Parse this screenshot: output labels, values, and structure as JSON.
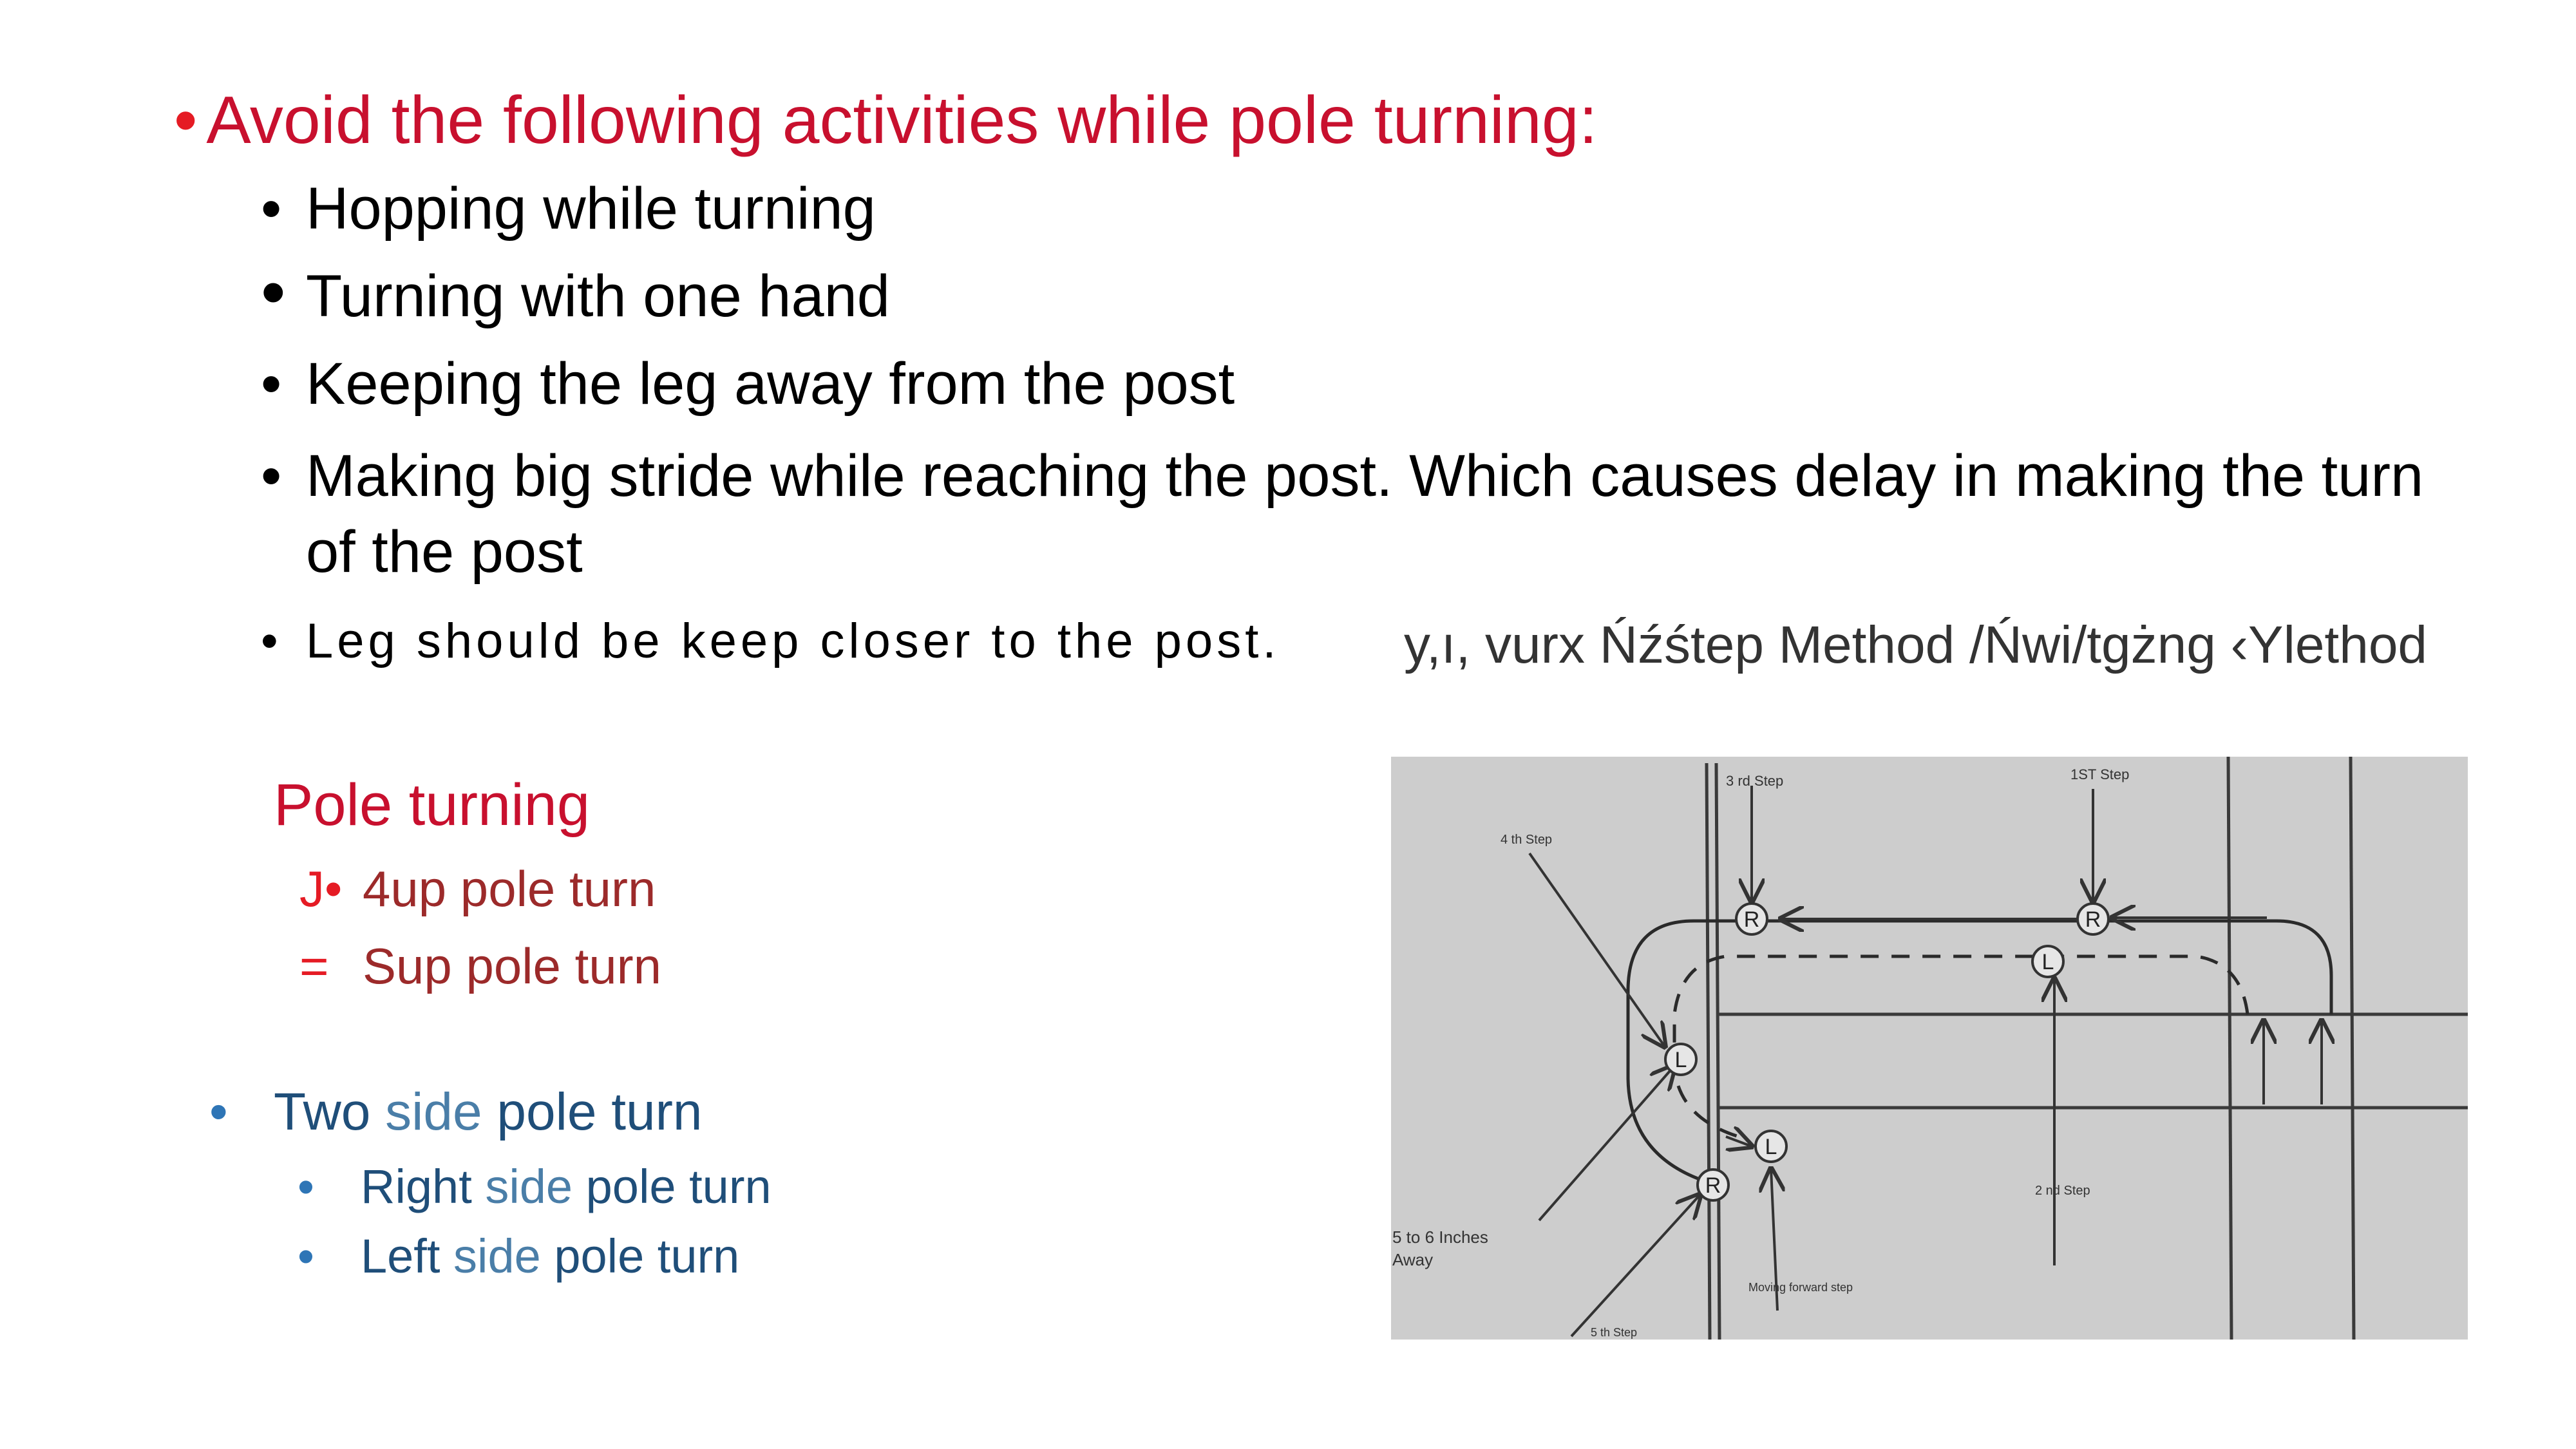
{
  "heading": {
    "bullet": "•",
    "text": "Avoid the following activities while pole turning:"
  },
  "items": [
    {
      "bullet": "•",
      "text": "Hopping while turning"
    },
    {
      "bullet": "•",
      "text": "Turning with one hand"
    },
    {
      "bullet": "•",
      "text": "Keeping the leg away from the post"
    },
    {
      "bullet": "•",
      "text": "Making big stride while reaching the post. Which causes delay in making the turn of the post"
    },
    {
      "bullet": "•",
      "text": "Leg  should be keep closer to the post."
    }
  ],
  "garbled_caption": "y,ı,  vurx Ńźśtep Method /Ńwi/tgżng ‹Ylethod",
  "pole_turning": {
    "title": "Pole turning",
    "items": [
      {
        "bullet": "J•",
        "text": "4up pole turn"
      },
      {
        "bullet": "=",
        "text": "Sup  pole turn"
      }
    ]
  },
  "side_turn": {
    "bullet": "•",
    "parts": [
      "Two ",
      "side",
      " pole turn"
    ],
    "items": [
      {
        "bullet": "•",
        "parts": [
          "Right ",
          "side",
          " pole turn"
        ]
      },
      {
        "bullet": "•",
        "parts": [
          "Left ",
          "side",
          " pole turn"
        ]
      }
    ]
  },
  "diagram": {
    "labels": {
      "third_step": "3 rd Step",
      "first_step": "1ST Step",
      "fourth_step": "4 th Step",
      "second_step": "2 nd Step",
      "inches": "5 to 6 Inches",
      "away": "Away",
      "moving": "Moving forward step",
      "fifth_step": "5 th Step"
    },
    "foot_right": "R",
    "foot_left": "L"
  },
  "colors": {
    "red": "#e51b24",
    "dark_red": "#c8102e",
    "blue": "#1f4e79",
    "diagram_bg": "#cdcdcd"
  }
}
